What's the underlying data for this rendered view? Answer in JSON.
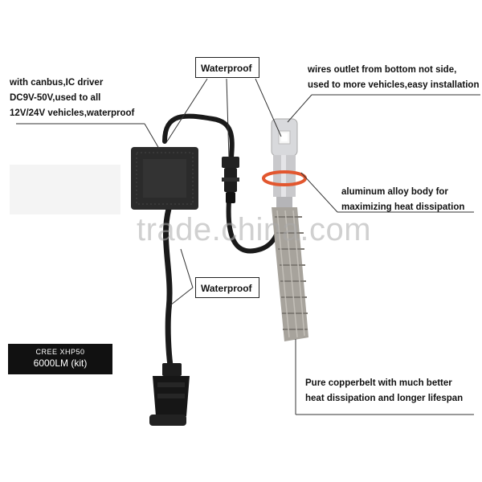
{
  "labels": {
    "waterproof_top": "Waterproof",
    "waterproof_bottom": "Waterproof"
  },
  "notes": {
    "driver": [
      "with canbus,IC driver",
      "DC9V-50V,used to all",
      "12V/24V vehicles,waterproof"
    ],
    "wires": [
      "wires outlet from bottom not side,",
      "used to more vehicles,easy installation"
    ],
    "body": [
      "aluminum alloy body for",
      "maximizing heat dissipation"
    ],
    "copper": [
      "Pure copperbelt with much better",
      "heat dissipation and longer lifespan"
    ]
  },
  "cree": {
    "model": "CREE XHP50",
    "lumens": "6000LM (kit)"
  },
  "watermark": "trade.china.com",
  "colors": {
    "driver_box": "#2b2b2b",
    "cable": "#1a1a1a",
    "chip_yellow": "#e8c84a",
    "bulb_silver": "#c9c9cc",
    "braid": "#a7a39c",
    "collar_orange": "#e2572f"
  }
}
